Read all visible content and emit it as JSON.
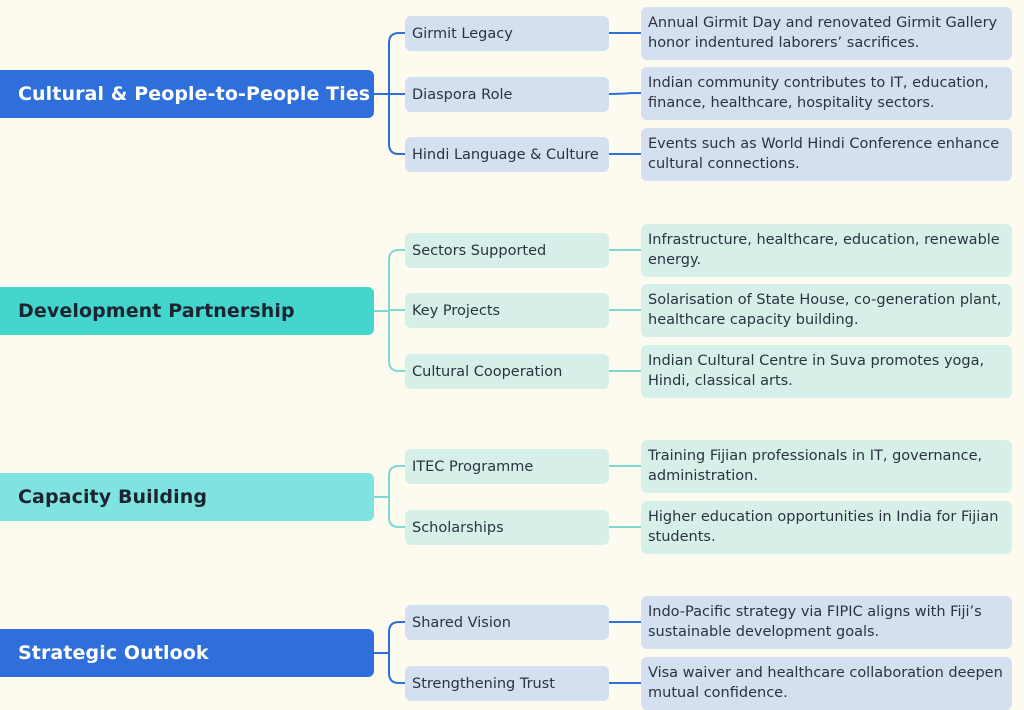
{
  "colors": {
    "background": "#fdfbf0",
    "blue_main": "#2f6fdb",
    "teal_main": "#44d6cd",
    "cyan_main": "#7fe3e0",
    "blue_light": "#d4dff0",
    "teal_light": "#d6efe9",
    "connector_blue": "#2f6fdb",
    "connector_teal": "#7fd9d2"
  },
  "branches": [
    {
      "title": "Cultural & People-to-People Ties",
      "children": [
        {
          "label": "Girmit Legacy",
          "detail": "Annual Girmit Day and renovated Girmit Gallery honor indentured laborers’ sacrifices."
        },
        {
          "label": "Diaspora Role",
          "detail": "Indian community contributes to IT, education, finance, healthcare, hospitality sectors."
        },
        {
          "label": "Hindi Language & Culture",
          "detail": "Events such as World Hindi Conference enhance cultural connections."
        }
      ]
    },
    {
      "title": "Development Partnership",
      "children": [
        {
          "label": "Sectors Supported",
          "detail": "Infrastructure, healthcare, education, renewable energy."
        },
        {
          "label": "Key Projects",
          "detail": "Solarisation of State House, co-generation plant, healthcare capacity building."
        },
        {
          "label": "Cultural Cooperation",
          "detail": "Indian Cultural Centre in Suva promotes yoga, Hindi, classical arts."
        }
      ]
    },
    {
      "title": "Capacity Building",
      "children": [
        {
          "label": "ITEC Programme",
          "detail": "Training Fijian professionals in IT, governance, administration."
        },
        {
          "label": "Scholarships",
          "detail": "Higher education opportunities in India for Fijian students."
        }
      ]
    },
    {
      "title": "Strategic Outlook",
      "children": [
        {
          "label": "Shared Vision",
          "detail": "Indo-Pacific strategy via FIPIC aligns with Fiji’s sustainable development goals."
        },
        {
          "label": "Strengthening Trust",
          "detail": "Visa waiver and healthcare collaboration deepen mutual confidence."
        }
      ]
    }
  ]
}
